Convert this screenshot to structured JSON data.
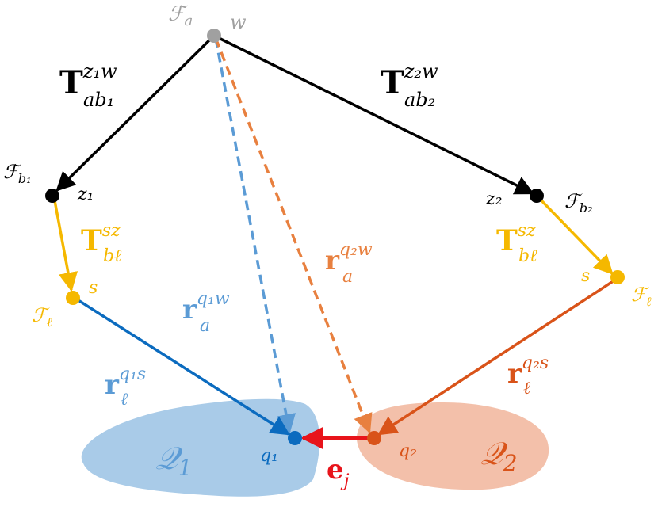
{
  "frames": {
    "a": {
      "base": "ℱ",
      "sub": "a",
      "point": "w",
      "color": "#a0a0a0"
    },
    "b1": {
      "base": "ℱ",
      "sub": "b₁",
      "point": "z₁"
    },
    "b2": {
      "base": "ℱ",
      "sub": "b₂",
      "point": "z₂"
    },
    "l_left": {
      "base": "ℱ",
      "sub": "ℓ",
      "point": "s"
    },
    "l_right": {
      "base": "ℱ",
      "sub": "ℓ",
      "point": "s"
    }
  },
  "transforms": {
    "T1": {
      "base": "T",
      "sup": "z₁w",
      "sub": "ab₁"
    },
    "T2": {
      "base": "T",
      "sup": "z₂w",
      "sub": "ab₂"
    },
    "Tleft": {
      "base": "T",
      "sup": "sz",
      "sub": "bℓ"
    },
    "Tright": {
      "base": "T",
      "sup": "sz",
      "sub": "bℓ"
    }
  },
  "vectors": {
    "ra1": {
      "base": "r",
      "sup": "q₁w",
      "sub": "a"
    },
    "ra2": {
      "base": "r",
      "sup": "q₂w",
      "sub": "a"
    },
    "rl1": {
      "base": "r",
      "sup": "q₁s",
      "sub": "ℓ"
    },
    "rl2": {
      "base": "r",
      "sup": "q₂s",
      "sub": "ℓ"
    },
    "e": {
      "base": "e",
      "sub": "j"
    }
  },
  "points": {
    "q1": "q₁",
    "q2": "q₂"
  },
  "regions": {
    "Q1": {
      "base": "𝒬",
      "sub": "1"
    },
    "Q2": {
      "base": "𝒬",
      "sub": "2"
    }
  },
  "colors": {
    "black": "#000000",
    "gray": "#a0a0a0",
    "yellow": "#f5b800",
    "blue": "#0b6bbf",
    "blue_light": "#5b9bd5",
    "blue_fill": "#a9cbe8",
    "orange": "#d95319",
    "orange_light": "#e8803f",
    "orange_fill": "#f3c0aa",
    "red": "#e8141b"
  }
}
